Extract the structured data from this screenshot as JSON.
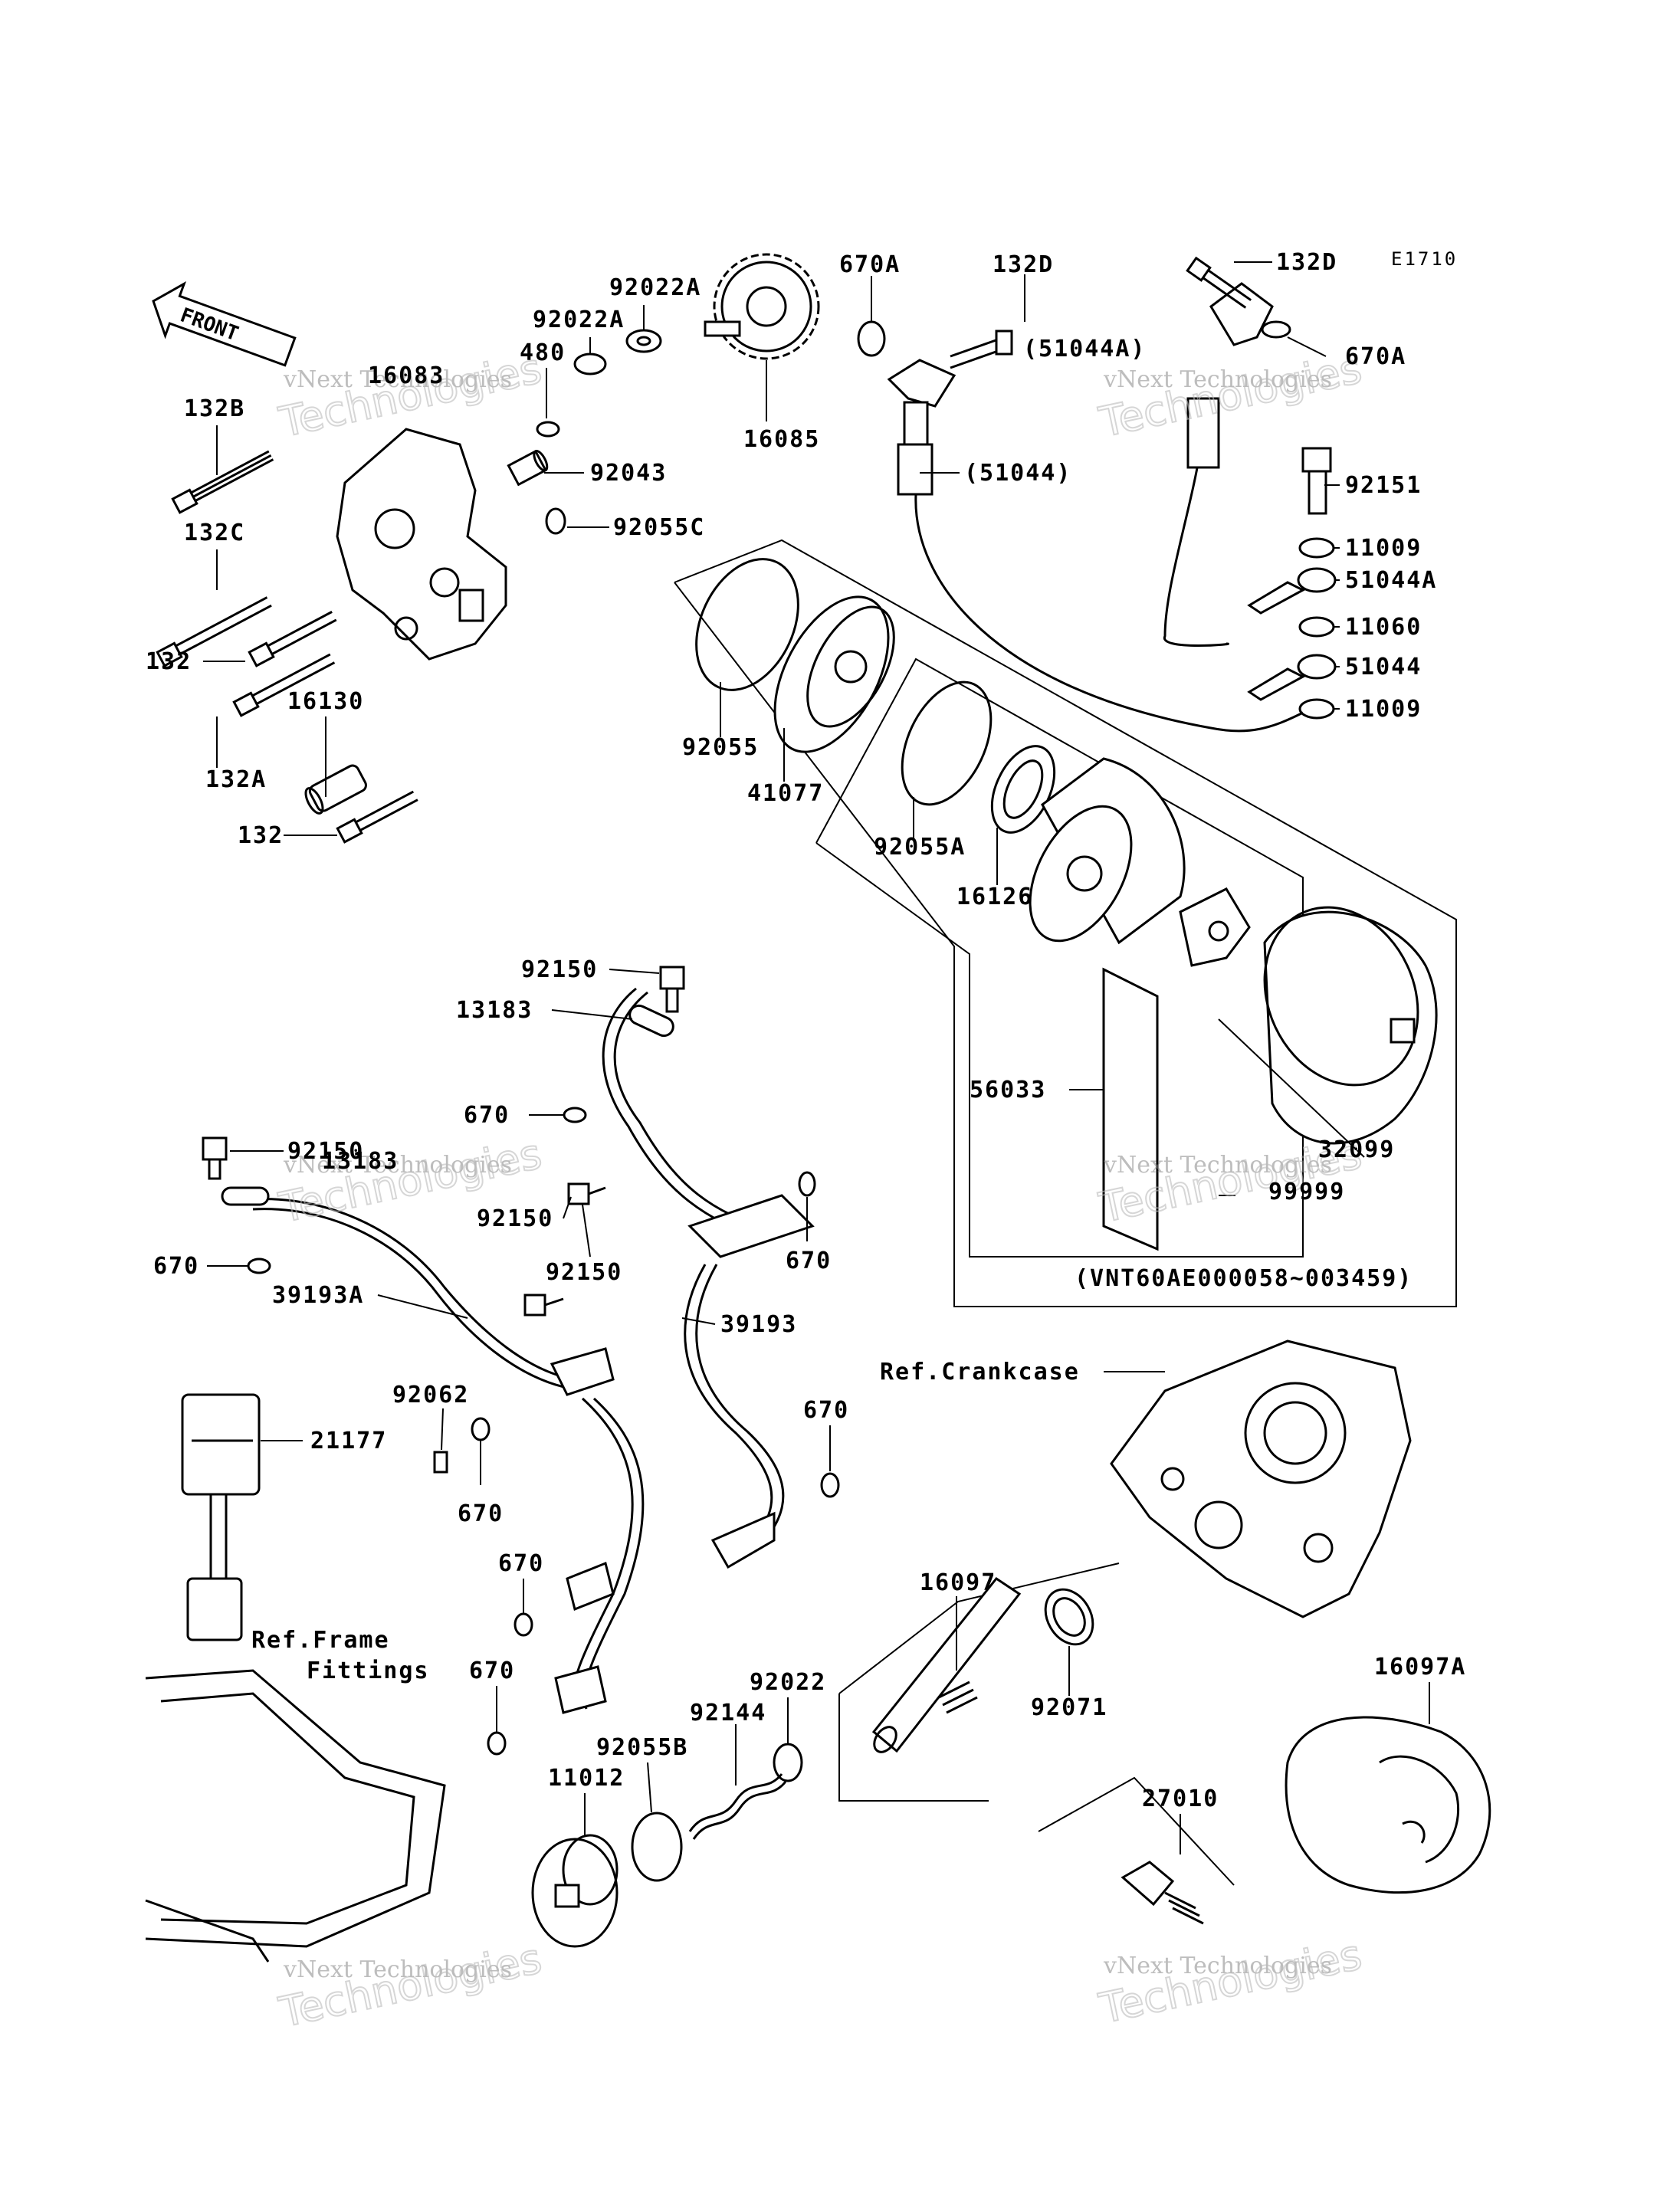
{
  "diagram_code": "E1710",
  "front_arrow_text": "FRONT",
  "watermark": {
    "line1": "vNext Technologies",
    "line2": "Technologies"
  },
  "labels": [
    {
      "id": "l-92022A-top",
      "text": "92022A"
    },
    {
      "id": "l-670A-top",
      "text": "670A"
    },
    {
      "id": "l-132D-mid",
      "text": "132D"
    },
    {
      "id": "l-132D-right",
      "text": "132D"
    },
    {
      "id": "l-92022A-2",
      "text": "92022A"
    },
    {
      "id": "l-480",
      "text": "480"
    },
    {
      "id": "l-16083",
      "text": "16083"
    },
    {
      "id": "l-670A-right",
      "text": "670A"
    },
    {
      "id": "l-51044A-paren",
      "text": "(51044A)"
    },
    {
      "id": "l-132B",
      "text": "132B"
    },
    {
      "id": "l-16085",
      "text": "16085"
    },
    {
      "id": "l-92043",
      "text": "92043"
    },
    {
      "id": "l-51044-paren",
      "text": "(51044)"
    },
    {
      "id": "l-92151",
      "text": "92151"
    },
    {
      "id": "l-132C",
      "text": "132C"
    },
    {
      "id": "l-92055C",
      "text": "92055C"
    },
    {
      "id": "l-11009-a",
      "text": "11009"
    },
    {
      "id": "l-51044A",
      "text": "51044A"
    },
    {
      "id": "l-11060",
      "text": "11060"
    },
    {
      "id": "l-132",
      "text": "132"
    },
    {
      "id": "l-51044",
      "text": "51044"
    },
    {
      "id": "l-11009-b",
      "text": "11009"
    },
    {
      "id": "l-16130",
      "text": "16130"
    },
    {
      "id": "l-92055",
      "text": "92055"
    },
    {
      "id": "l-132A",
      "text": "132A"
    },
    {
      "id": "l-41077",
      "text": "41077"
    },
    {
      "id": "l-92055A",
      "text": "92055A"
    },
    {
      "id": "l-132-b",
      "text": "132"
    },
    {
      "id": "l-16126",
      "text": "16126"
    },
    {
      "id": "l-92150-a",
      "text": "92150"
    },
    {
      "id": "l-13183-a",
      "text": "13183"
    },
    {
      "id": "l-56033",
      "text": "56033"
    },
    {
      "id": "l-670-a",
      "text": "670"
    },
    {
      "id": "l-92150-b",
      "text": "92150"
    },
    {
      "id": "l-32099",
      "text": "32099"
    },
    {
      "id": "l-13183-b",
      "text": "13183"
    },
    {
      "id": "l-99999",
      "text": "99999"
    },
    {
      "id": "l-92150-c",
      "text": "92150"
    },
    {
      "id": "l-670-b",
      "text": "670"
    },
    {
      "id": "l-92150-d",
      "text": "92150"
    },
    {
      "id": "l-670-c",
      "text": "670"
    },
    {
      "id": "l-vnt",
      "text": "(VNT60AE000058~003459)"
    },
    {
      "id": "l-39193A",
      "text": "39193A"
    },
    {
      "id": "l-39193",
      "text": "39193"
    },
    {
      "id": "l-ref-crankcase",
      "text": "Ref.Crankcase"
    },
    {
      "id": "l-92062",
      "text": "92062"
    },
    {
      "id": "l-670-d",
      "text": "670"
    },
    {
      "id": "l-21177",
      "text": "21177"
    },
    {
      "id": "l-670-e",
      "text": "670"
    },
    {
      "id": "l-670-f",
      "text": "670"
    },
    {
      "id": "l-16097",
      "text": "16097"
    },
    {
      "id": "l-ref-frame",
      "text": "Ref.Frame"
    },
    {
      "id": "l-fittings",
      "text": "Fittings"
    },
    {
      "id": "l-670-g",
      "text": "670"
    },
    {
      "id": "l-16097A",
      "text": "16097A"
    },
    {
      "id": "l-92022",
      "text": "92022"
    },
    {
      "id": "l-92071",
      "text": "92071"
    },
    {
      "id": "l-92144",
      "text": "92144"
    },
    {
      "id": "l-92055B",
      "text": "92055B"
    },
    {
      "id": "l-27010",
      "text": "27010"
    },
    {
      "id": "l-11012",
      "text": "11012"
    }
  ]
}
